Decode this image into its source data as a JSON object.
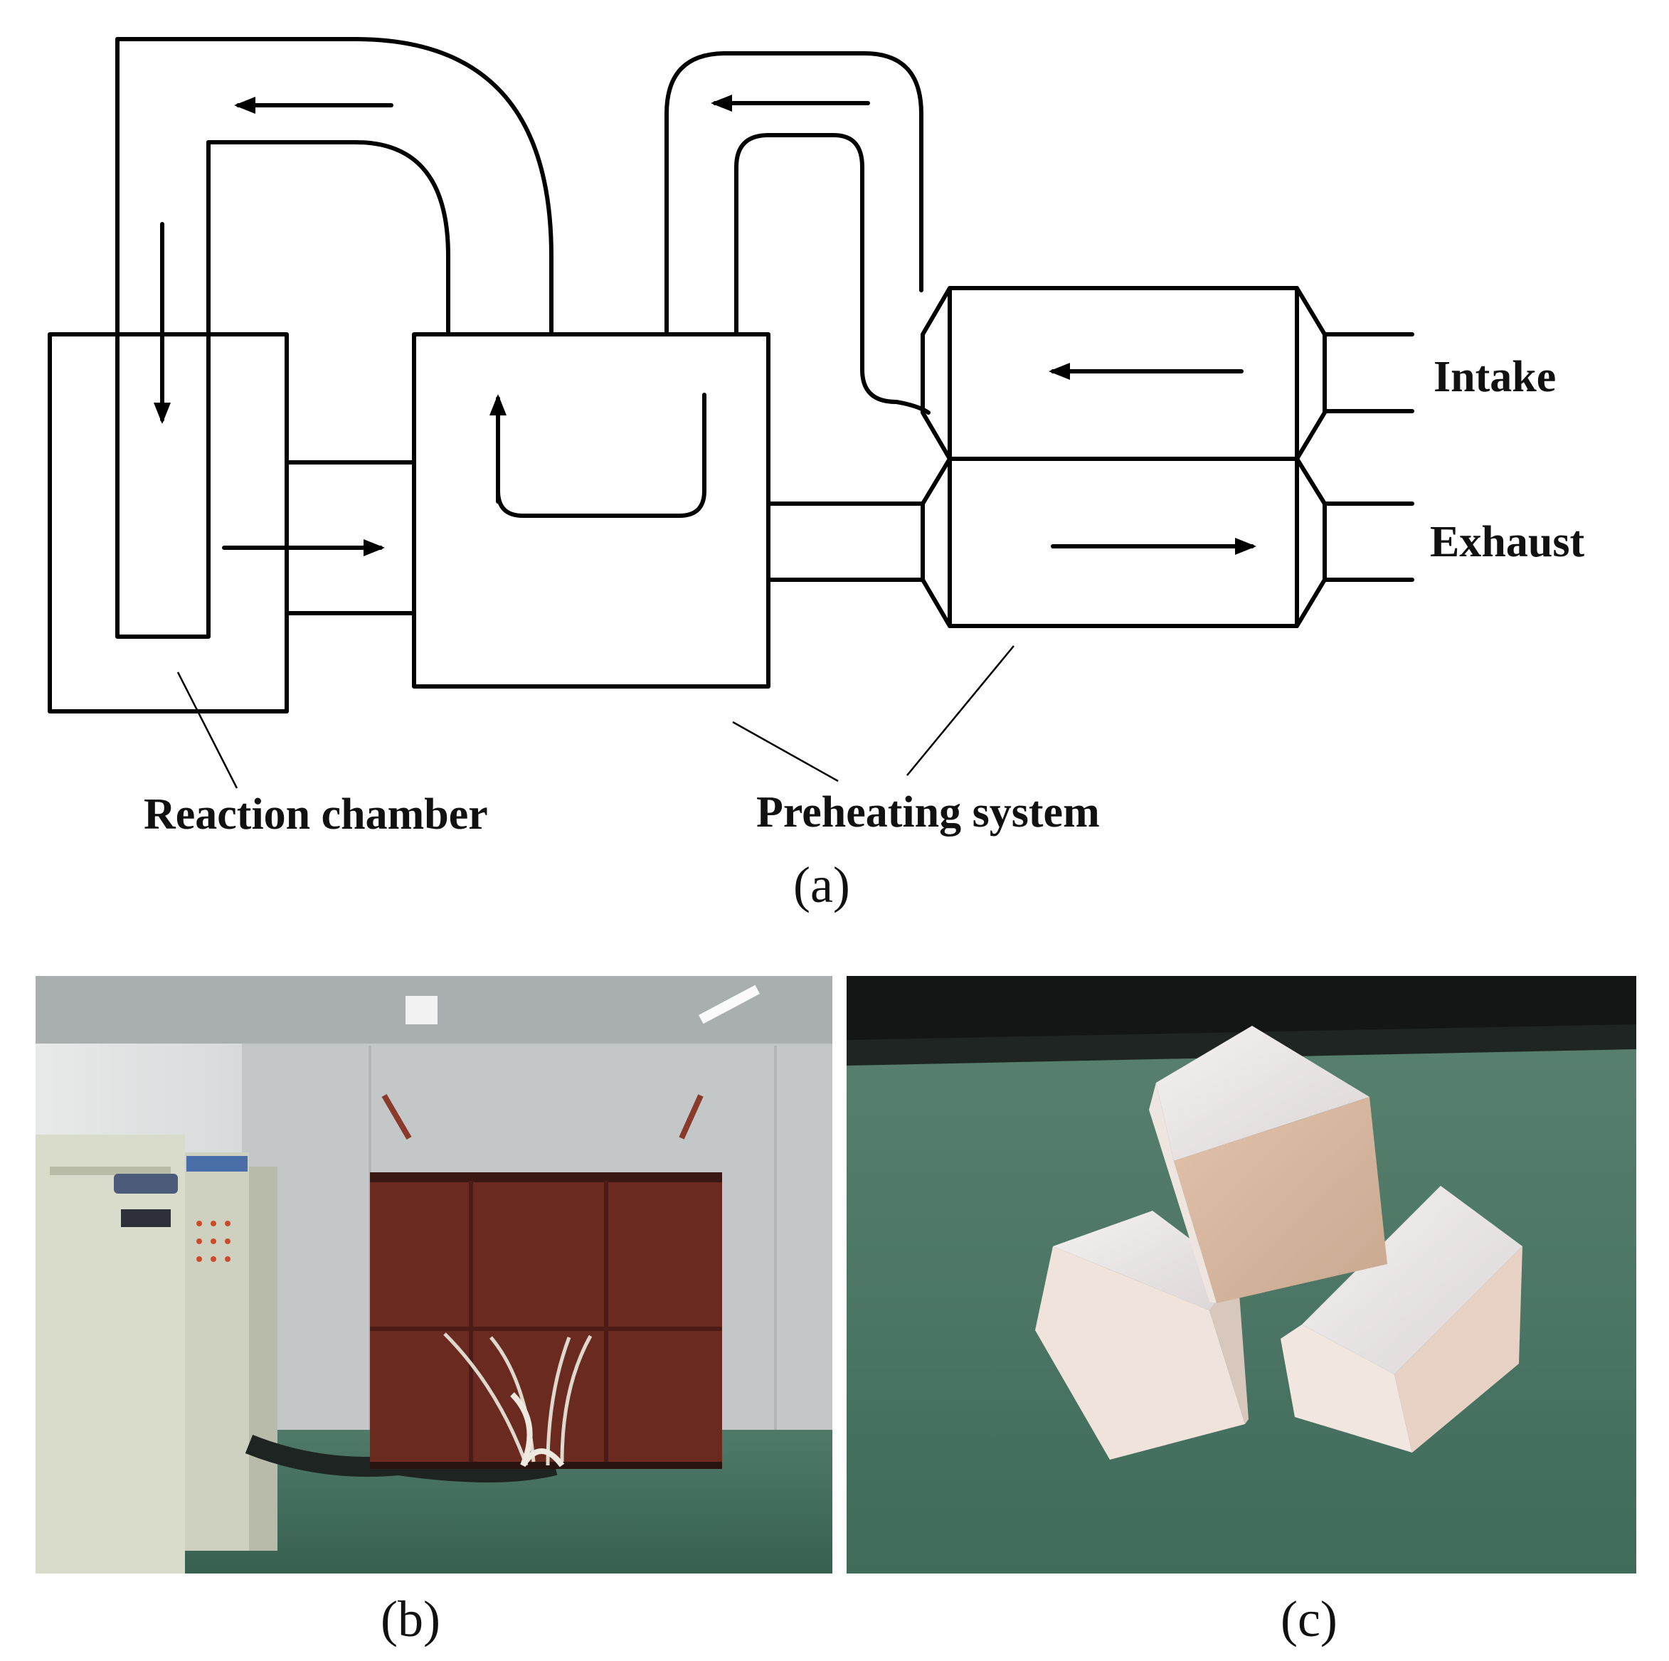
{
  "diagram": {
    "labels": {
      "intake": "Intake",
      "exhaust": "Exhaust",
      "reaction_chamber": "Reaction chamber",
      "preheating_system": "Preheating system"
    }
  },
  "panels": {
    "a": "(a)",
    "b": "(b)",
    "c": "(c)"
  },
  "colors": {
    "line": "#000000",
    "furnace_body": "#6a2a20",
    "floor": "#3f6e5c",
    "cube_face": "#e9d8cf"
  }
}
